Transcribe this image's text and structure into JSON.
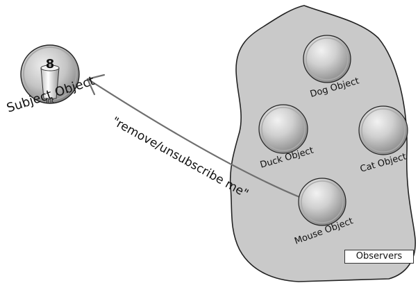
{
  "subject": {
    "value": "8",
    "type_label": "int",
    "label": "Subject Object"
  },
  "message": {
    "text": "\"remove/unsubscribe me\""
  },
  "observers": {
    "dog": "Dog Object",
    "duck": "Duck Object",
    "cat": "Cat Object",
    "mouse": "Mouse Object",
    "group_label": "Observers"
  },
  "colors": {
    "blob_fill": "#c8c8c8",
    "sphere_light": "#e6e6e6",
    "sphere_dark": "#8a8a8a",
    "arrow": "#6f6f6f",
    "outline": "#222222"
  }
}
